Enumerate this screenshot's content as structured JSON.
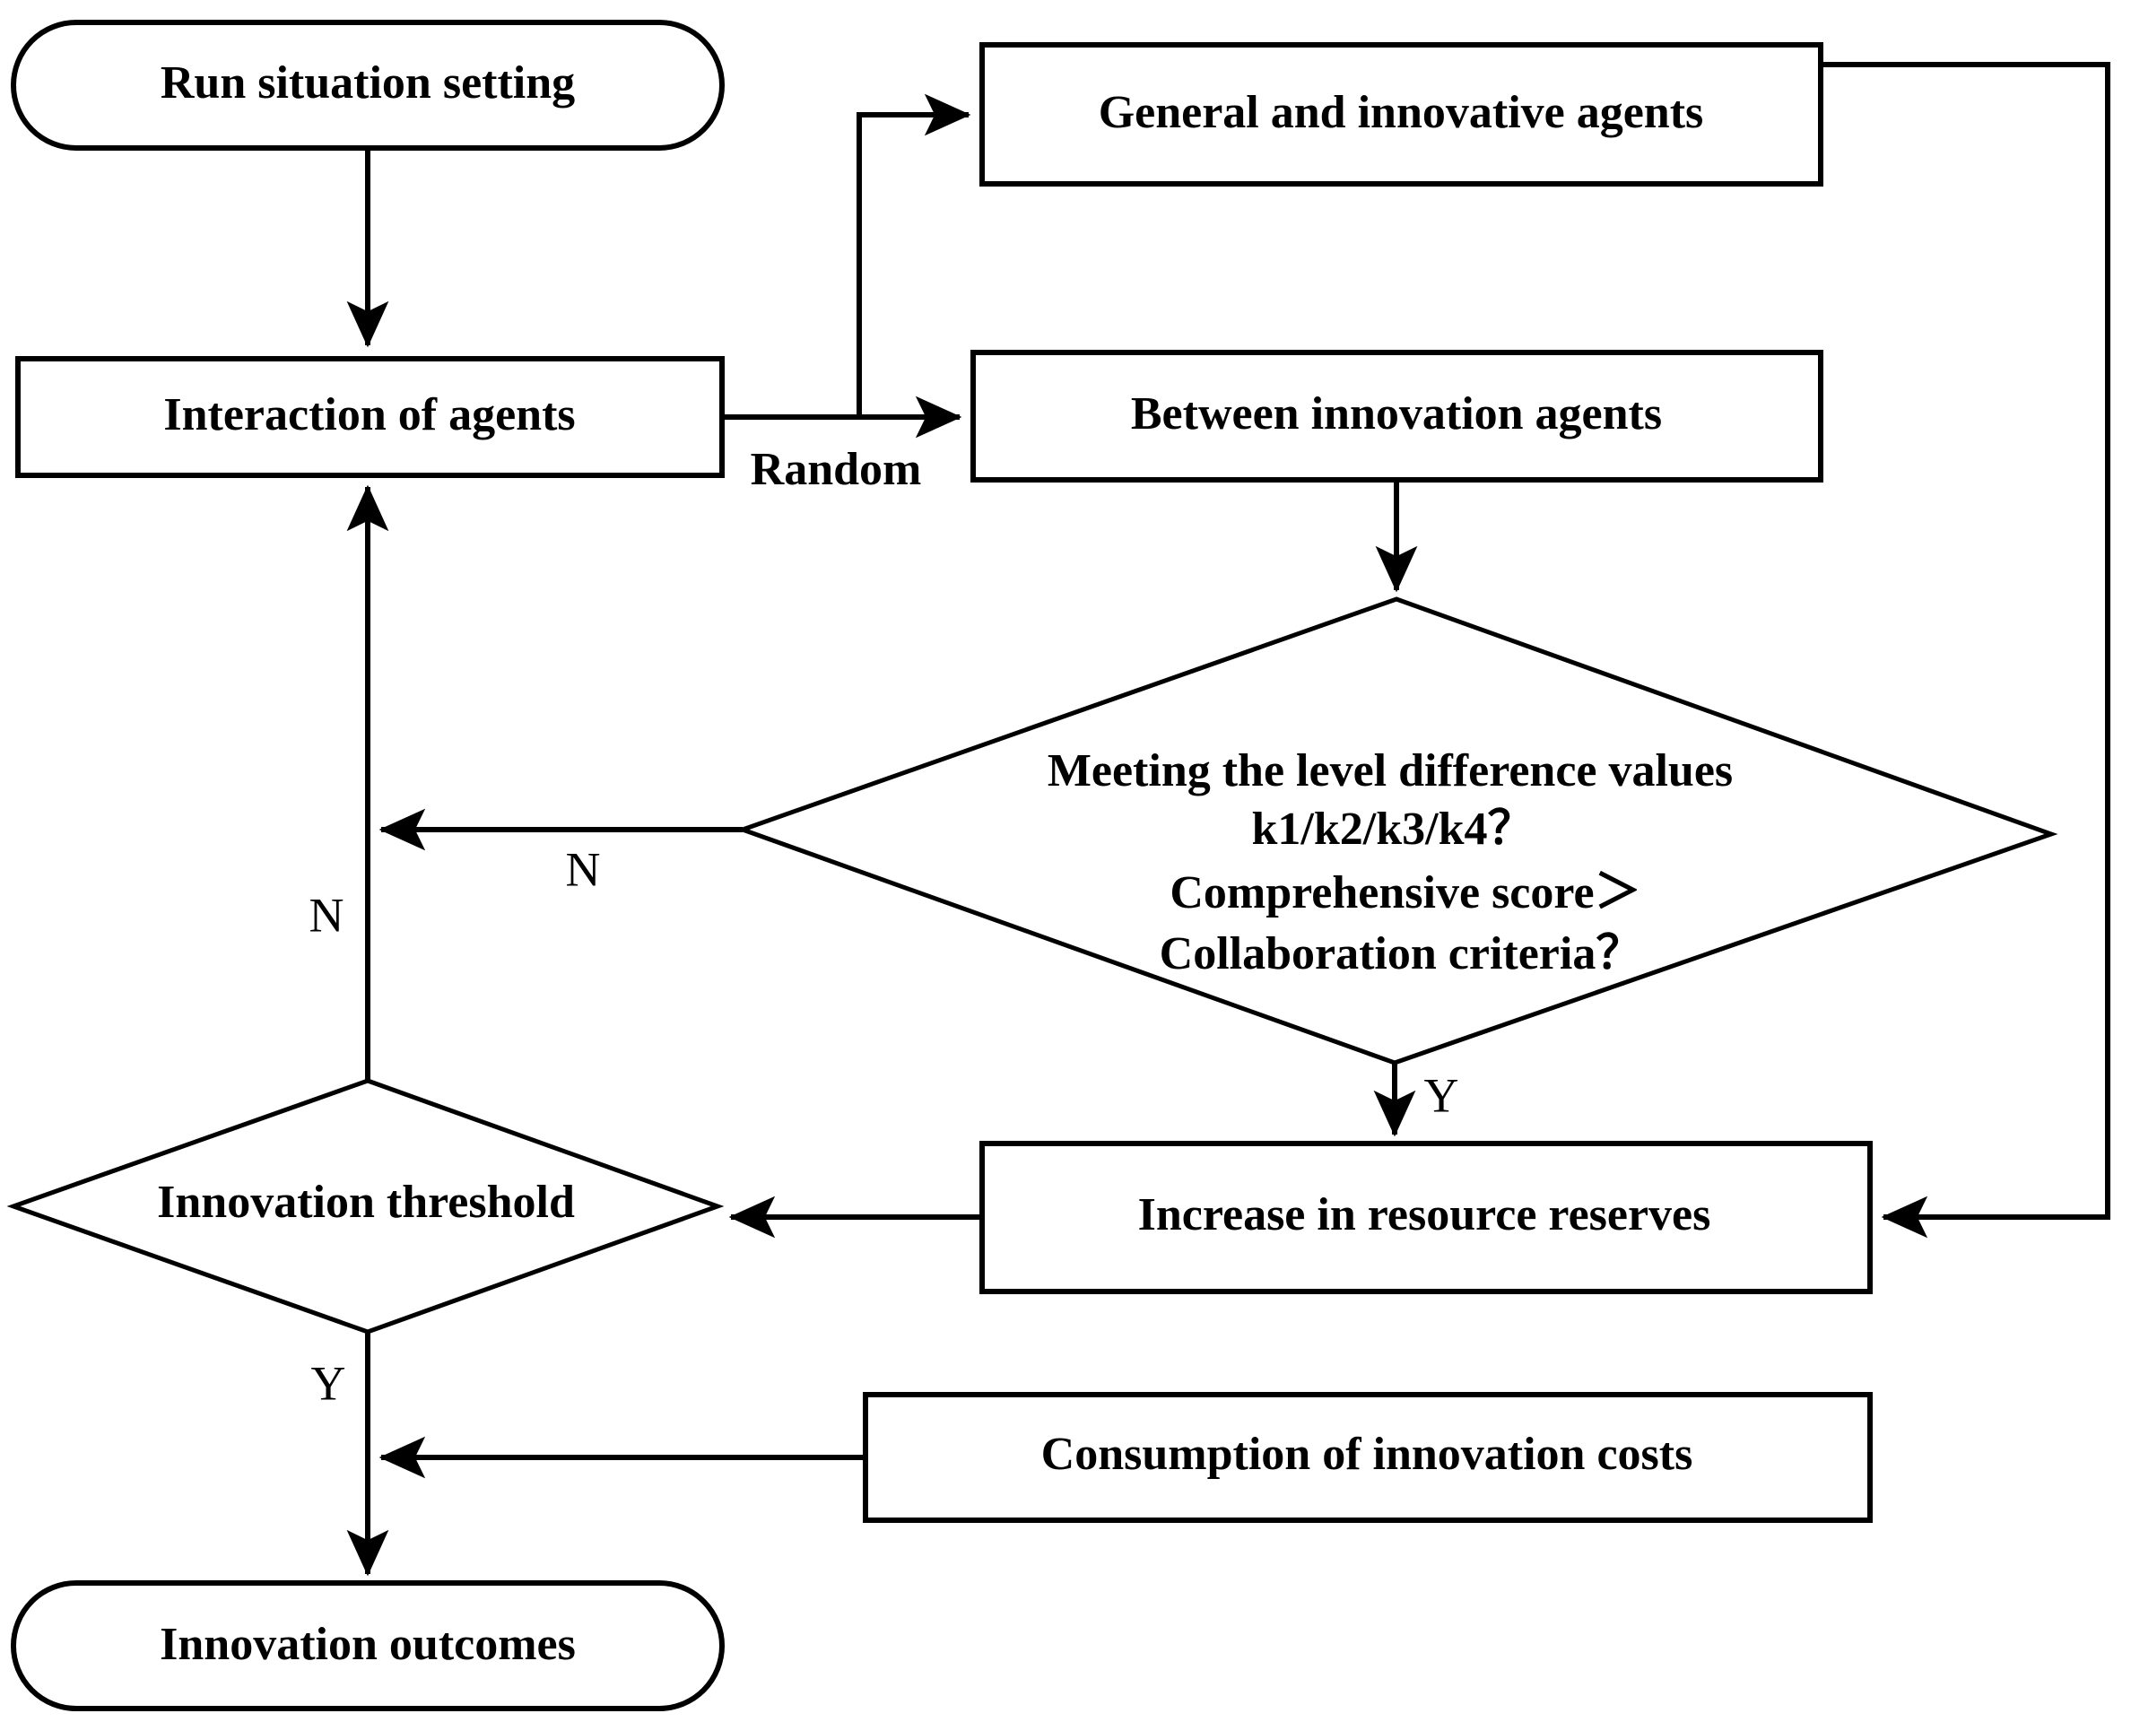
{
  "diagram": {
    "type": "flowchart",
    "title": "Agent-based innovation simulation flowchart",
    "background_color": "#ffffff",
    "line_color": "#000000",
    "text_color": "#000000"
  },
  "nodes": {
    "start": {
      "label": "Run situation setting",
      "shape": "terminator"
    },
    "interaction": {
      "label": "Interaction of agents",
      "shape": "process"
    },
    "general_agents": {
      "label": "General and innovative agents",
      "shape": "process"
    },
    "between_agents": {
      "label": "Between innovation agents",
      "shape": "process"
    },
    "decision_main": {
      "shape": "decision",
      "line1": "Meeting the level difference values",
      "line2": "k1/k2/k3/k4？",
      "line3": "Comprehensive score＞",
      "line4": "Collaboration criteria？"
    },
    "resource": {
      "label": "Increase in resource reserves",
      "shape": "process"
    },
    "threshold": {
      "label": "Innovation threshold",
      "shape": "decision"
    },
    "costs": {
      "label": "Consumption of innovation costs",
      "shape": "process"
    },
    "outcomes": {
      "label": "Innovation outcomes",
      "shape": "terminator"
    }
  },
  "edge_labels": {
    "random": "Random",
    "decision_no": "N",
    "threshold_no": "N",
    "decision_yes": "Y",
    "threshold_yes": "Y"
  }
}
